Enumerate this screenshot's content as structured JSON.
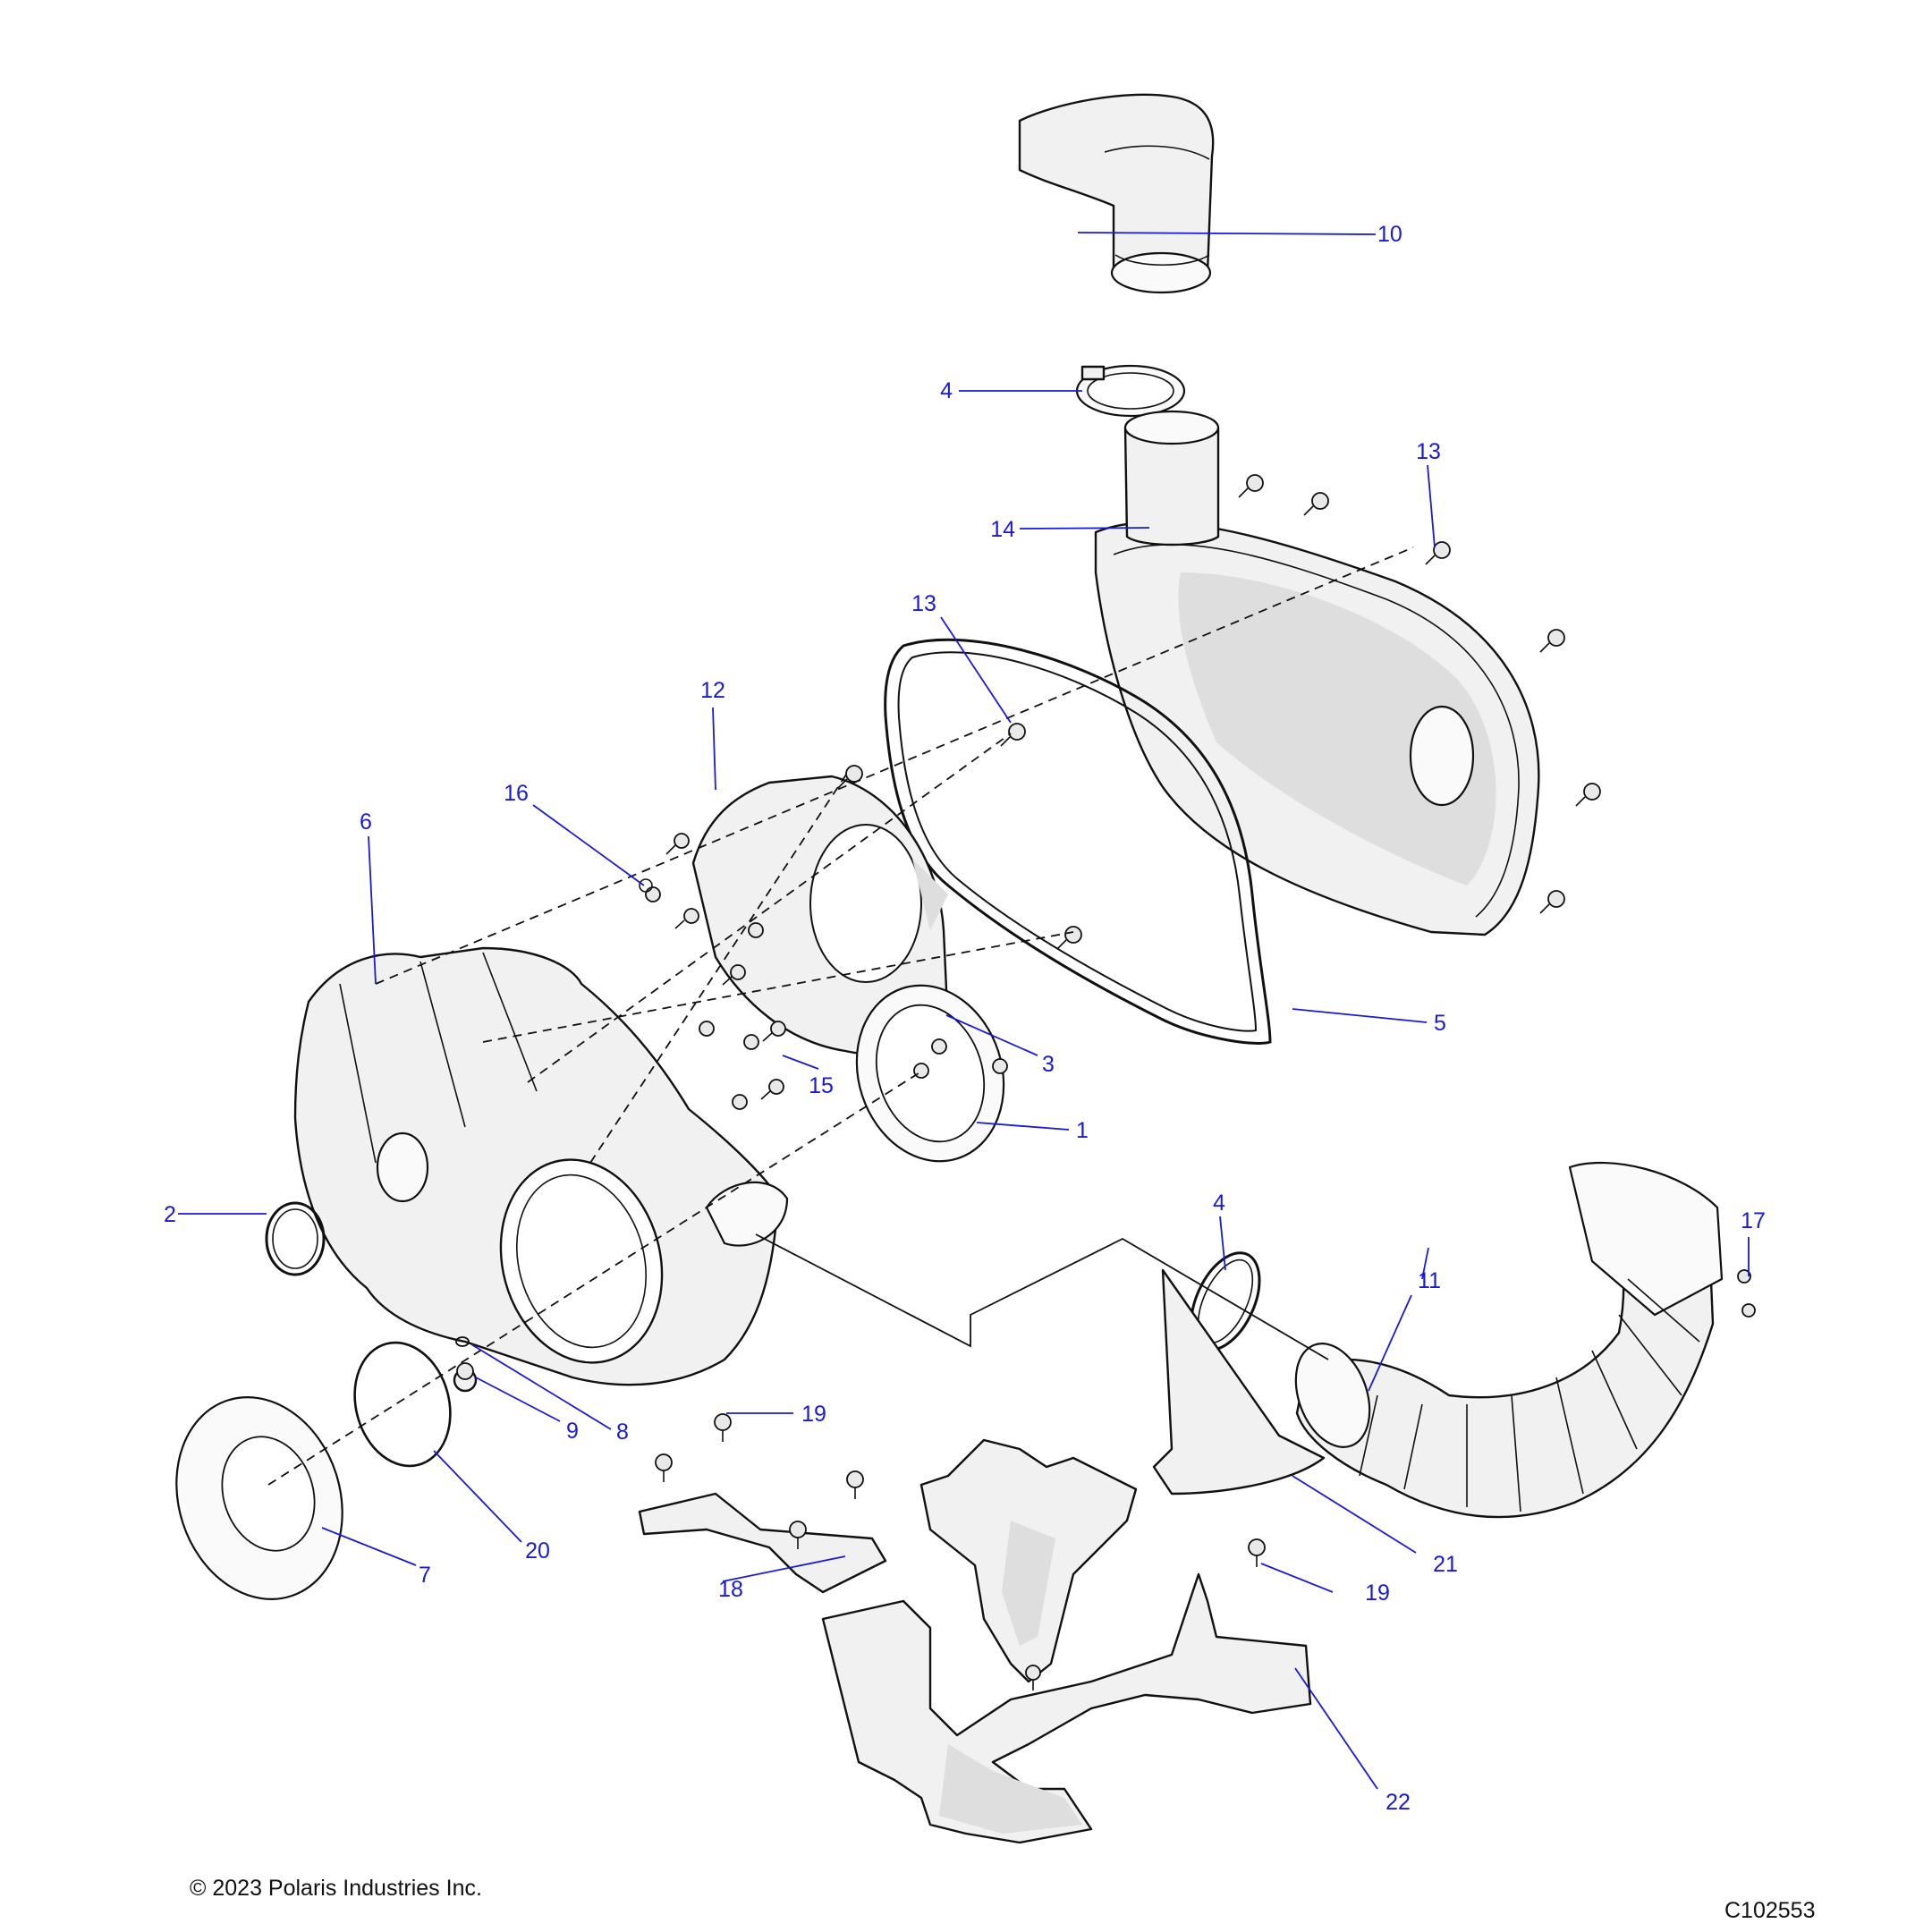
{
  "figure": {
    "copyright": "© 2023 Polaris Industries Inc.",
    "figure_id": "C102553"
  },
  "callouts": {
    "c1": "1",
    "c2": "2",
    "c3": "3",
    "c4a": "4",
    "c4b": "4",
    "c5": "5",
    "c6": "6",
    "c7": "7",
    "c8": "8",
    "c9": "9",
    "c10": "10",
    "c11": "11",
    "c12": "12",
    "c13a": "13",
    "c13b": "13",
    "c14": "14",
    "c15": "15",
    "c16": "16",
    "c17": "17",
    "c18": "18",
    "c19a": "19",
    "c19b": "19",
    "c20": "20",
    "c21": "21",
    "c22": "22"
  },
  "colors": {
    "callout": "#1a1ad6",
    "line": "#111111",
    "part_fill": "#f1f1f1"
  }
}
